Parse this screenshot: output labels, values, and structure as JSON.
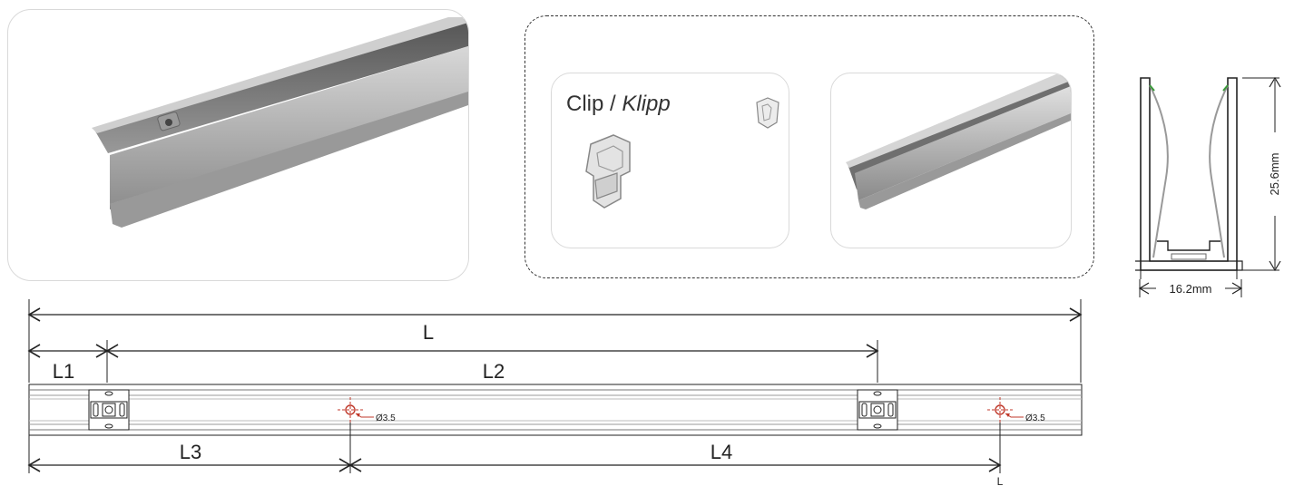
{
  "clip_card": {
    "title_plain": "Clip / ",
    "title_italic": "Klipp"
  },
  "cross_section": {
    "height_label": "25.6mm",
    "width_label": "16.2mm"
  },
  "layout_drawing": {
    "total_label": "L",
    "l1_label": "L1",
    "l2_label": "L2",
    "l3_label": "L3",
    "l4_label": "L4",
    "hole_label_1": "Ø3.5",
    "hole_label_2": "Ø3.5",
    "end_label": "L"
  },
  "colors": {
    "line": "#222222",
    "accent_red": "#c0392b",
    "metal": "#b8b8b8"
  }
}
